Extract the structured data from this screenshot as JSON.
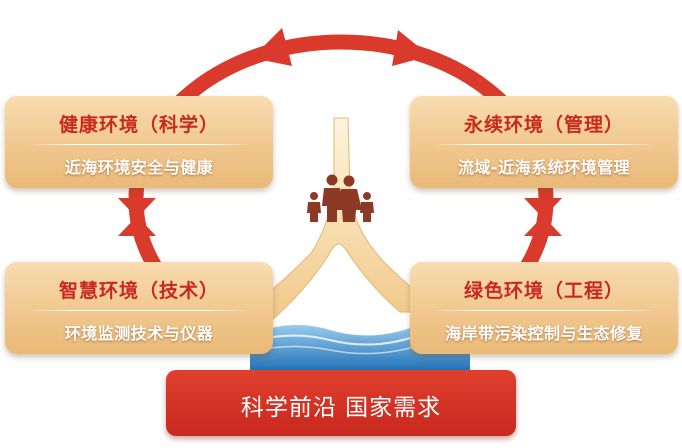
{
  "cards": [
    {
      "title": "健康环境（科学）",
      "sub": "近海环境安全与健康"
    },
    {
      "title": "永续环境（管理）",
      "sub": "流域-近海系统环境管理"
    },
    {
      "title": "智慧环境（技术）",
      "sub": "环境监测技术与仪器"
    },
    {
      "title": "绿色环境（工程）",
      "sub": "海岸带污染控制与生态修复"
    }
  ],
  "base": {
    "text": "科学前沿 国家需求"
  },
  "icons": {
    "center": "family-icon",
    "waves": "sea-wave-icon"
  },
  "colors": {
    "ring": "#d93a2b",
    "card": "#f0c78f",
    "title": "#c8281e",
    "base": "#d2301f",
    "sea": "#2f86c7"
  }
}
